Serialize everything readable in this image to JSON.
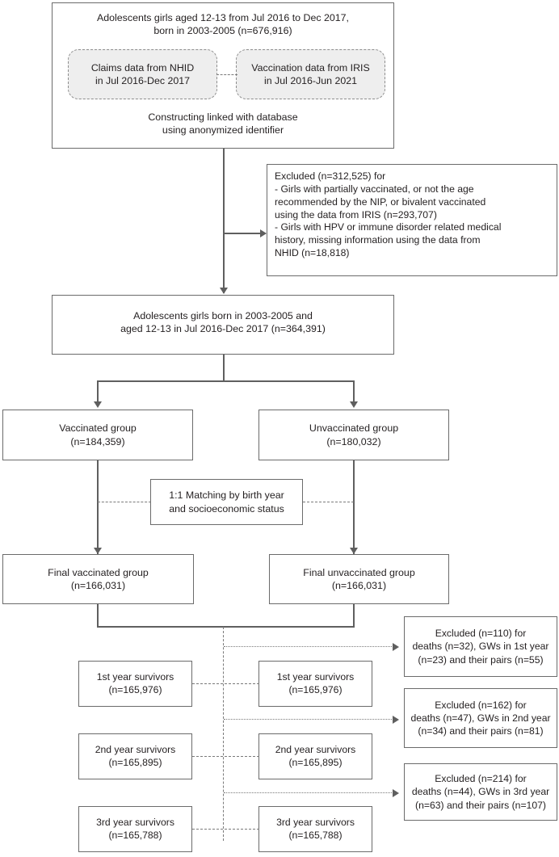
{
  "figure": {
    "type": "flowchart",
    "topic": "HPV vaccination cohort selection flow diagram"
  },
  "nodes": {
    "source_population": "Adolescents girls aged 12-13 from Jul 2016 to Dec 2017,\nborn in 2003-2005 (n=676,916)",
    "claims_db": "Claims data from NHID\nin Jul 2016-Dec 2017",
    "vaccination_db": "Vaccination data from IRIS\nin Jul 2016-Jun 2021",
    "linkage_note": "Constructing linked with database\nusing anonymized identifier",
    "excluded_main": "Excluded (n=312,525) for\n   - Girls with partially vaccinated, or not the age\n     recommended by the NIP, or bivalent vaccinated\n     using the data from IRIS (n=293,707)\n   - Girls with HPV or immune disorder related medical\n     history, missing information using the data from\n     NHID (n=18,818)",
    "eligible_population": "Adolescents girls born in 2003-2005 and\naged 12-13 in Jul 2016-Dec 2017 (n=364,391)",
    "vaccinated_group": "Vaccinated group\n(n=184,359)",
    "unvaccinated_group": "Unvaccinated group\n(n=180,032)",
    "matching": "1:1 Matching by birth year\nand socioeconomic status",
    "final_vaccinated": "Final vaccinated group\n(n=166,031)",
    "final_unvaccinated": "Final unvaccinated group\n(n=166,031)",
    "survivors": [
      {
        "left": "1st year survivors\n(n=165,976)",
        "right": "1st year survivors\n(n=165,976)",
        "excluded": "Excluded (n=110) for\ndeaths (n=32), GWs in 1st year\n(n=23) and their pairs (n=55)"
      },
      {
        "left": "2nd year survivors\n(n=165,895)",
        "right": "2nd year survivors\n(n=165,895)",
        "excluded": "Excluded (n=162) for\ndeaths (n=47), GWs in 2nd year\n(n=34) and their pairs (n=81)"
      },
      {
        "left": "3rd year survivors\n(n=165,788)",
        "right": "3rd year survivors\n(n=165,788)",
        "excluded": "Excluded (n=214) for\ndeaths (n=44), GWs in 3rd year\n(n=63) and their pairs (n=107)"
      }
    ]
  },
  "colors": {
    "box_border": "#6b6b6b",
    "dashed_border": "#8d8d8d",
    "dashed_fill": "#eeeeee",
    "line": "#5f5f5f",
    "text": "#231f20",
    "background": "#ffffff"
  }
}
